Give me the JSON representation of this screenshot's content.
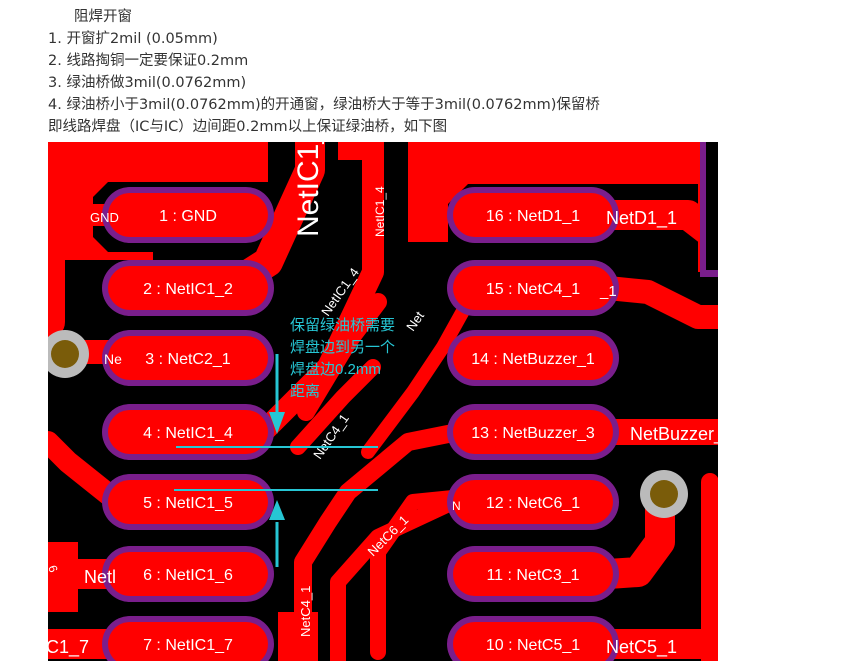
{
  "notes": {
    "title": "阻焊开窗",
    "lines": [
      "1. 开窗扩2mil (0.05mm)",
      "2. 线路掏铜一定要保证0.2mm",
      "3. 绿油桥做3mil(0.0762mm)",
      "4. 绿油桥小于3mil(0.0762mm)的开通窗，绿油桥大于等于3mil(0.0762mm)保留桥",
      "即线路焊盘（IC与IC）边间距0.2mm以上保证绿油桥，如下图"
    ]
  },
  "pcb": {
    "colors": {
      "background": "#000000",
      "copper": "#ff0000",
      "mask": "#7a1e8c",
      "hole": "#7a5c0a",
      "annotation": "#26c6d4",
      "label": "#ffffff"
    },
    "left_pads": [
      "1 : GND",
      "2 : NetIC1_2",
      "3 : NetC2_1",
      "4 : NetIC1_4",
      "5 : NetIC1_5",
      "6 : NetIC1_6",
      "7 : NetIC1_7"
    ],
    "right_pads": [
      "16 : NetD1_1",
      "15 : NetC4_1",
      "14 : NetBuzzer_1",
      "13 : NetBuzzer_3",
      "12 : NetC6_1",
      "11 : NetC3_1",
      "10 : NetC5_1"
    ],
    "trace_labels": {
      "gnd": "GND",
      "netic1_big": "NetIC1_",
      "netic1_4_vert": "NetIC1_4",
      "netic1_4_diag": "NetIC1_4",
      "net_diag": "Net",
      "netc4_1_diag": "NetC4_1",
      "netc6_1_diag": "NetC6_1",
      "netc4_1_vert": "NetC4_1",
      "netd1_1": "NetD1_1",
      "suffix_1": "_1",
      "netbuzzer": "NetBuzzer_",
      "ne": "Ne",
      "netl": "Netl",
      "c1_7": "C1_7",
      "netc5_1": "NetC5_1",
      "n_small": "N",
      "six": "6"
    },
    "annotation": {
      "lines": [
        "保留绿油桥需要",
        "焊盘边到另一个",
        "焊盘边0.2mm",
        "距离"
      ]
    }
  }
}
